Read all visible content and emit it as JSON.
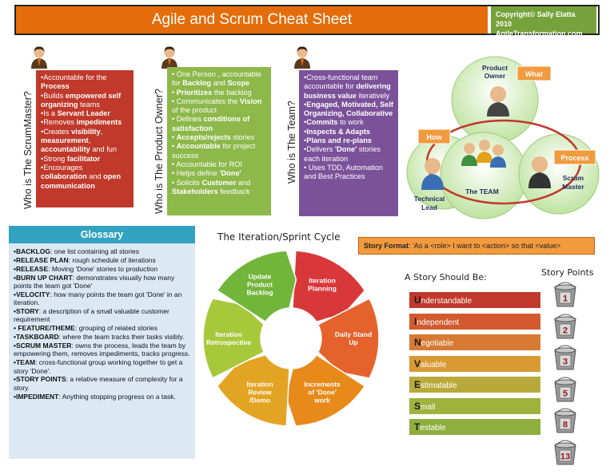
{
  "header": {
    "title": "Agile and Scrum Cheat Sheet",
    "copyright_line1": "Copyright© Sally Elatta 2010",
    "copyright_line2": "AgileTransformation.com"
  },
  "roles": {
    "scrummaster": {
      "label": "Who is The ScrumMaster?",
      "items": [
        "•Accountable for the Process",
        "•Builds empowered self organizing teams",
        "•Is a Servant Leader",
        "•Removes impediments",
        "•Creates visibility, measurement, accountability and fun",
        "•Strong facilitator",
        "•Encourages collaboration and open communication"
      ]
    },
    "product_owner": {
      "label": "Who is The Product Owner?",
      "items": [
        "• One Person , accountable for  Backlog and Scope",
        "• Prioritizes the backlog",
        "• Communicates the Vision of the product",
        "• Defines conditions of satisfaction",
        "• Accepts/rejects stories",
        "• Accountable for project success",
        "• Accountable for ROI",
        "• Helps define 'Done'",
        "• Solicits Customer and Stakeholders feedback"
      ]
    },
    "team": {
      "label": "Who is The Team?",
      "items": [
        "•Cross-functional team accountable for delivering business value iteratively",
        "•Engaged, Motivated, Self Organizing, Collaborative",
        "•Commits to work",
        "•Inspects & Adapts",
        "•Plans and re-plans",
        "•Delivers 'Done' stories each iteration",
        "• Uses TDD, Automation and Best  Practices"
      ]
    }
  },
  "venn": {
    "product_owner": "Product Owner",
    "team": "The TEAM",
    "technical_lead": "Technical Lead",
    "scrum_master": "Scrum Master",
    "what": "What",
    "how": "How",
    "process": "Process"
  },
  "glossary": {
    "title": "Glossary",
    "entries": [
      {
        "term": "•BACKLOG",
        "def": ": one list containing all stories"
      },
      {
        "term": "•RELEASE PLAN",
        "def": ": rough schedule of iterations"
      },
      {
        "term": "•RELEASE",
        "def": ": Moving 'Done' stories to production"
      },
      {
        "term": "•BURN UP CHART",
        "def": ": demonstrates visually how many points the team got 'Done'"
      },
      {
        "term": "•VELOCITY",
        "def": ": how many points the team got 'Done' in an iteration."
      },
      {
        "term": "•STORY",
        "def": ": a description of a small valuable customer requirement"
      },
      {
        "term": "• FEATURE/THEME",
        "def": ": grouping of related stories"
      },
      {
        "term": "•TASKBOARD",
        "def": ": where the team tracks their tasks visibly."
      },
      {
        "term": "•SCRUM MASTER",
        "def": ": owns the process, leads the team by empowering them, removes impediments, tracks progress."
      },
      {
        "term": "•TEAM",
        "def": ": cross-functional group working together to get a story 'Done'."
      },
      {
        "term": "•STORY POINTS",
        "def": ": a relative measure of complexity for a story."
      },
      {
        "term": "•IMPEDIMENT",
        "def": ": Anything stopping progress on a task."
      }
    ]
  },
  "cycle": {
    "title": "The Iteration/Sprint Cycle",
    "segments": [
      {
        "label": "Iteration Planning",
        "color": "#d9383a"
      },
      {
        "label": "Daily Stand Up",
        "color": "#e5622c"
      },
      {
        "label": "Increments of 'Done' work",
        "color": "#e88a1a"
      },
      {
        "label": "Iteration Review /Demo",
        "color": "#e3a423"
      },
      {
        "label": "Iteration Retrospective",
        "color": "#a8c83c"
      },
      {
        "label": "Update Product Backlog",
        "color": "#72b53b"
      }
    ]
  },
  "story_format": {
    "label": "Story Format",
    "text": ": 'As a <role> I want to <action> so that <value>"
  },
  "invest": {
    "title": "A Story Should Be:",
    "items": [
      {
        "first": "U",
        "rest": "nderstandable",
        "color": "#c0392b"
      },
      {
        "first": "I",
        "rest": "ndependent",
        "color": "#d25a2e"
      },
      {
        "first": "N",
        "rest": "egotiable",
        "color": "#d77a33"
      },
      {
        "first": "V",
        "rest": "aluable",
        "color": "#d99a34"
      },
      {
        "first": "E",
        "rest": "stimatable",
        "color": "#b8aa3a"
      },
      {
        "first": "S",
        "rest": "mall",
        "color": "#9fb23c"
      },
      {
        "first": "T",
        "rest": "estable",
        "color": "#8eaf3e"
      }
    ]
  },
  "story_points": {
    "title": "Story Points",
    "values": [
      "1",
      "2",
      "3",
      "5",
      "8",
      "13"
    ]
  }
}
